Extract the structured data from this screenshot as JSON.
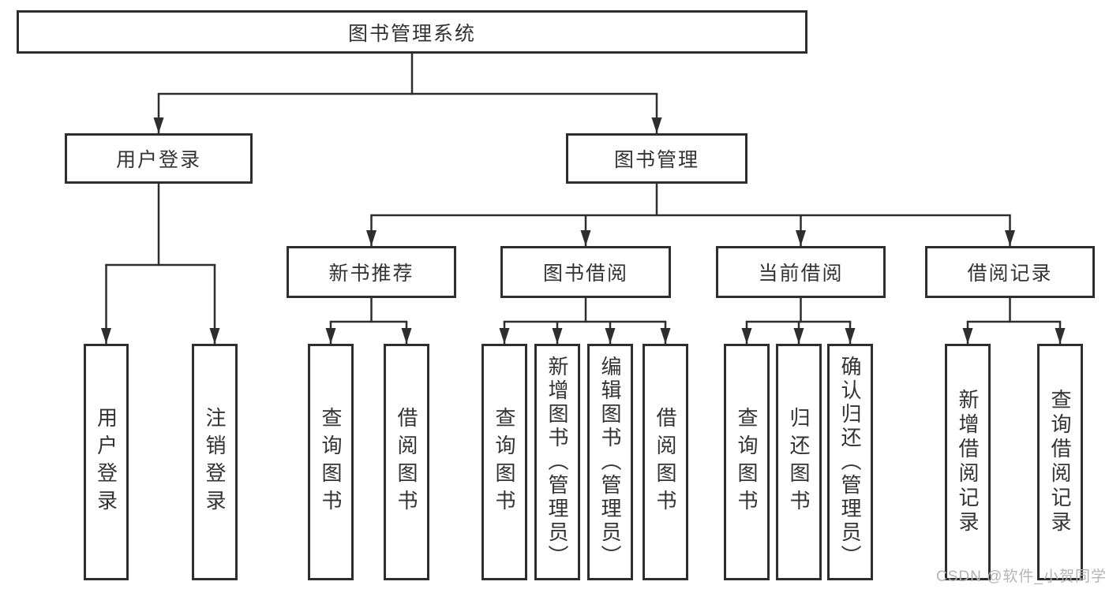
{
  "diagram": {
    "watermark": "CSDN @软件_小贺同学"
  },
  "colors": {
    "line": "#2e2e2e",
    "border": "#2e2e2e",
    "text": "#333333",
    "watermark": "#b4b4b4",
    "background": "#ffffff"
  },
  "nodes": {
    "root": {
      "label": "图书管理系统"
    },
    "user_login": {
      "label": "用户登录"
    },
    "book_mgmt": {
      "label": "图书管理"
    },
    "new_book_rec": {
      "label": "新书推荐"
    },
    "book_borrow": {
      "label": "图书借阅"
    },
    "current_borrow": {
      "label": "当前借阅"
    },
    "borrow_records": {
      "label": "借阅记录"
    },
    "leaf_user_login": {
      "label": "用户登录"
    },
    "leaf_logout": {
      "label": "注销登录"
    },
    "leaf_nb_query": {
      "label": "查询图书"
    },
    "leaf_nb_borrow": {
      "label": "借阅图书"
    },
    "leaf_bb_query": {
      "label": "查询图书"
    },
    "leaf_bb_add": {
      "label": "新增图书（管理员）"
    },
    "leaf_bb_edit": {
      "label": "编辑图书（管理员）"
    },
    "leaf_bb_borrow": {
      "label": "借阅图书"
    },
    "leaf_cb_query": {
      "label": "查询图书"
    },
    "leaf_cb_return": {
      "label": "归还图书"
    },
    "leaf_cb_confirm": {
      "label": "确认归还（管理员）"
    },
    "leaf_br_add": {
      "label": "新增借阅记录"
    },
    "leaf_br_query": {
      "label": "查询借阅记录"
    }
  }
}
